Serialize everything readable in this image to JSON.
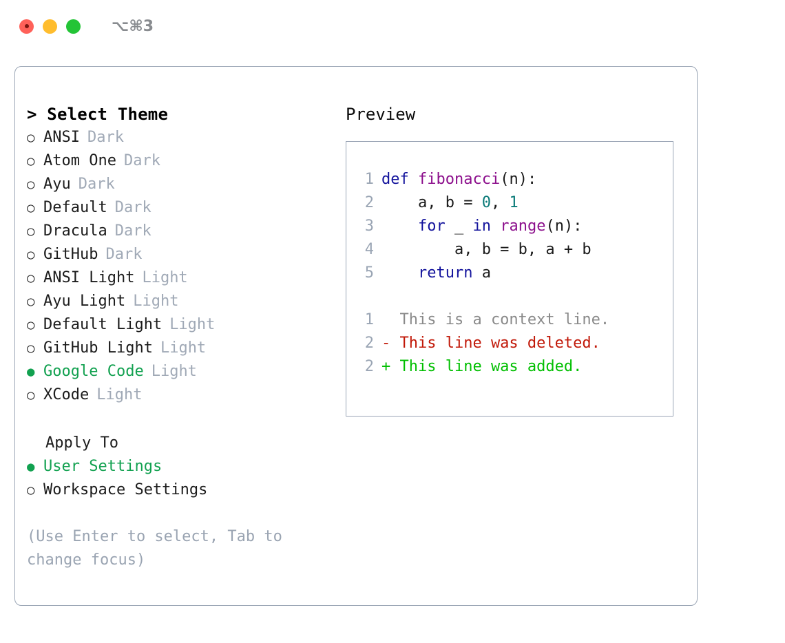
{
  "titlebar": {
    "shortcut": "⌥⌘3",
    "lights": [
      "close-light",
      "minimize-light",
      "maximize-light"
    ]
  },
  "theme_picker": {
    "title": "> Select Theme",
    "options": [
      {
        "marker": "○",
        "label": "ANSI",
        "tag": "Dark",
        "selected": false
      },
      {
        "marker": "○",
        "label": "Atom One",
        "tag": "Dark",
        "selected": false
      },
      {
        "marker": "○",
        "label": "Ayu",
        "tag": "Dark",
        "selected": false
      },
      {
        "marker": "○",
        "label": "Default",
        "tag": "Dark",
        "selected": false
      },
      {
        "marker": "○",
        "label": "Dracula",
        "tag": "Dark",
        "selected": false
      },
      {
        "marker": "○",
        "label": "GitHub",
        "tag": "Dark",
        "selected": false
      },
      {
        "marker": "○",
        "label": "ANSI Light",
        "tag": "Light",
        "selected": false
      },
      {
        "marker": "○",
        "label": "Ayu Light",
        "tag": "Light",
        "selected": false
      },
      {
        "marker": "○",
        "label": "Default Light",
        "tag": "Light",
        "selected": false
      },
      {
        "marker": "○",
        "label": "GitHub Light",
        "tag": "Light",
        "selected": false
      },
      {
        "marker": "●",
        "label": "Google Code",
        "tag": "Light",
        "selected": true
      },
      {
        "marker": "○",
        "label": "XCode",
        "tag": "Light",
        "selected": false
      }
    ]
  },
  "apply_to": {
    "title": "Apply To",
    "options": [
      {
        "marker": "●",
        "label": "User Settings",
        "selected": true
      },
      {
        "marker": "○",
        "label": "Workspace Settings",
        "selected": false
      }
    ]
  },
  "hint": "(Use Enter to select, Tab to change focus)",
  "preview": {
    "title": "Preview",
    "code_lines": [
      {
        "num": "1",
        "tokens": [
          {
            "t": "def ",
            "c": "kw"
          },
          {
            "t": "fibonacci",
            "c": "fn"
          },
          {
            "t": "(n):",
            "c": "pln"
          }
        ]
      },
      {
        "num": "2",
        "tokens": [
          {
            "t": "    a, b = ",
            "c": "pln"
          },
          {
            "t": "0",
            "c": "num"
          },
          {
            "t": ", ",
            "c": "pln"
          },
          {
            "t": "1",
            "c": "num"
          }
        ]
      },
      {
        "num": "3",
        "tokens": [
          {
            "t": "    ",
            "c": "pln"
          },
          {
            "t": "for",
            "c": "kw"
          },
          {
            "t": " _ ",
            "c": "pln"
          },
          {
            "t": "in",
            "c": "kw"
          },
          {
            "t": " ",
            "c": "pln"
          },
          {
            "t": "range",
            "c": "fn"
          },
          {
            "t": "(n):",
            "c": "pln"
          }
        ]
      },
      {
        "num": "4",
        "tokens": [
          {
            "t": "        a, b = b, a + b",
            "c": "pln"
          }
        ]
      },
      {
        "num": "5",
        "tokens": [
          {
            "t": "    ",
            "c": "pln"
          },
          {
            "t": "return",
            "c": "kw"
          },
          {
            "t": " a",
            "c": "pln"
          }
        ]
      }
    ],
    "diff_lines": [
      {
        "num": "1",
        "kind": "ctx",
        "text": "  This is a context line."
      },
      {
        "num": "2",
        "kind": "del",
        "text": "- This line was deleted."
      },
      {
        "num": "2",
        "kind": "add",
        "text": "+ This line was added."
      }
    ]
  },
  "colors": {
    "accent_green": "#12a150",
    "muted_tag": "#a0a9b6",
    "hint_text": "#9aa4b2",
    "border": "#9aa5b5",
    "keyword": "#13139c",
    "function": "#8c0f8c",
    "number": "#0a7a78",
    "diff_context": "#8a8a8a",
    "diff_deleted": "#c11808",
    "diff_added": "#00bf00",
    "light_close": "#ff6159",
    "light_minimize": "#ffbd2e",
    "light_maximize": "#23c436"
  }
}
